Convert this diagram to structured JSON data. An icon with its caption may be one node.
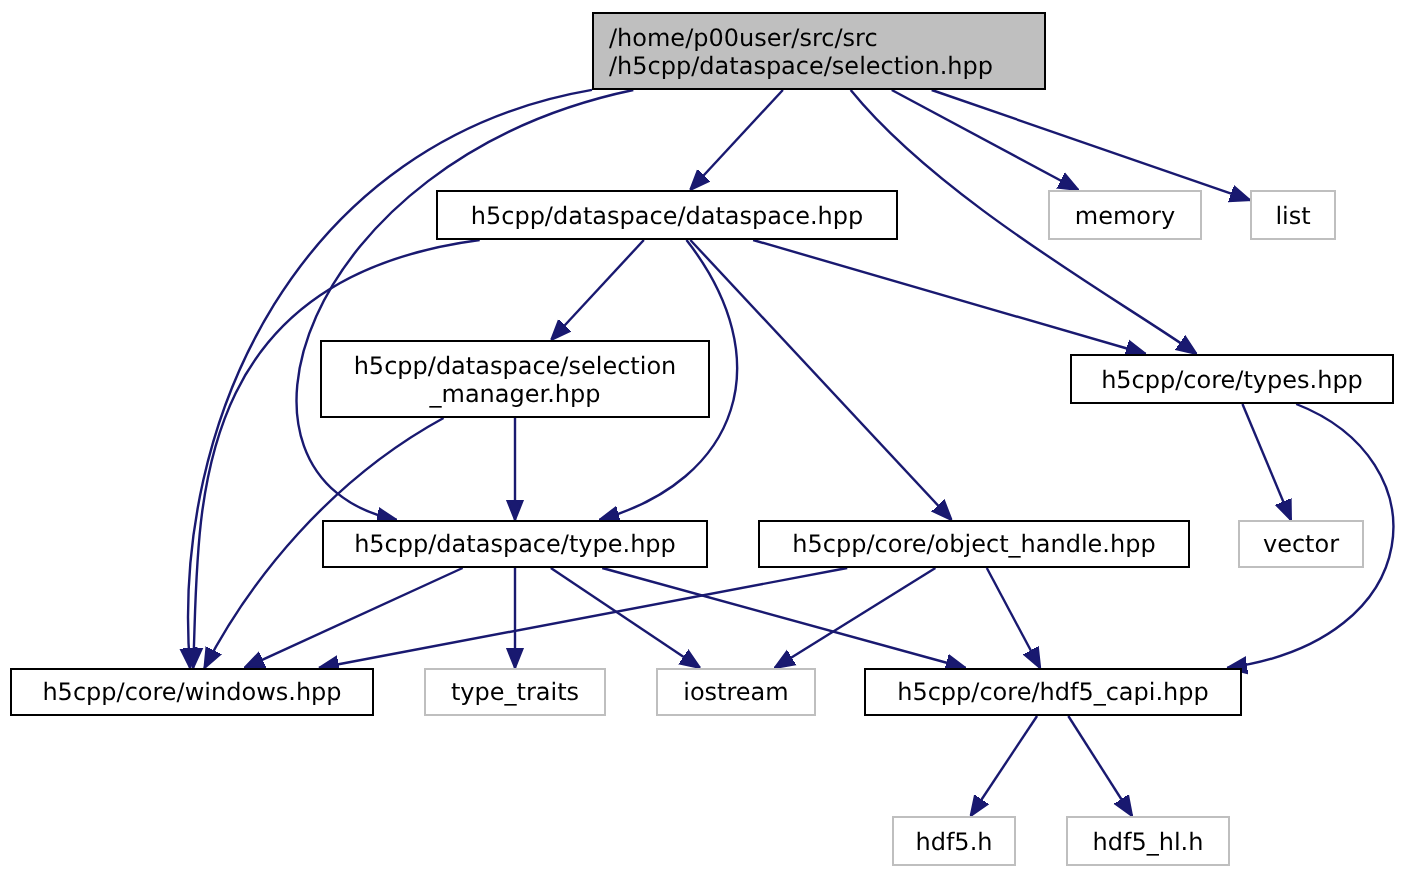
{
  "diagram": {
    "nodes": [
      {
        "text": [
          "/home/p00user/src/src /h5cpp/dataspace/selection.hpp"
        ]
      },
      {
        "text": [
          "h5cpp/dataspace/dataspace.hpp"
        ]
      },
      {
        "text": [
          "memory"
        ]
      },
      {
        "text": [
          "list"
        ]
      },
      {
        "text": [
          "h5cpp/dataspace/selection _manager.hpp"
        ]
      },
      {
        "text": [
          "h5cpp/core/types.hpp"
        ]
      },
      {
        "text": [
          "h5cpp/dataspace/type.hpp"
        ]
      },
      {
        "text": [
          "h5cpp/core/object_handle.hpp"
        ]
      },
      {
        "text": [
          "vector"
        ]
      },
      {
        "text": [
          "h5cpp/core/windows.hpp"
        ]
      },
      {
        "text": [
          "type_traits"
        ]
      },
      {
        "text": [
          "iostream"
        ]
      },
      {
        "text": [
          "h5cpp/core/hdf5_capi.hpp"
        ]
      },
      {
        "text": [
          "hdf5.h"
        ]
      },
      {
        "text": [
          "hdf5_hl.h"
        ]
      }
    ],
    "edges": [
      {
        "from": 0,
        "to": 1,
        "arrow": "to"
      },
      {
        "from": 0,
        "to": 2,
        "arrow": "to"
      },
      {
        "from": 0,
        "to": 3,
        "arrow": "to"
      },
      {
        "from": 0,
        "to": 5,
        "arrow": "to"
      },
      {
        "from": 0,
        "to": 6,
        "arrow": "to"
      },
      {
        "from": 0,
        "to": 9,
        "arrow": "to"
      },
      {
        "from": 1,
        "to": 4,
        "arrow": "to"
      },
      {
        "from": 1,
        "to": 5,
        "arrow": "to"
      },
      {
        "from": 1,
        "to": 6,
        "arrow": "to"
      },
      {
        "from": 1,
        "to": 7,
        "arrow": "to"
      },
      {
        "from": 1,
        "to": 9,
        "arrow": "to"
      },
      {
        "from": 4,
        "to": 6,
        "arrow": "to"
      },
      {
        "from": 4,
        "to": 9,
        "arrow": "to"
      },
      {
        "from": 5,
        "to": 8,
        "arrow": "to"
      },
      {
        "from": 5,
        "to": 12,
        "arrow": "to"
      },
      {
        "from": 6,
        "to": 9,
        "arrow": "to"
      },
      {
        "from": 6,
        "to": 10,
        "arrow": "to"
      },
      {
        "from": 6,
        "to": 11,
        "arrow": "to"
      },
      {
        "from": 6,
        "to": 12,
        "arrow": "to"
      },
      {
        "from": 7,
        "to": 9,
        "arrow": "to"
      },
      {
        "from": 7,
        "to": 11,
        "arrow": "to"
      },
      {
        "from": 7,
        "to": 12,
        "arrow": "to"
      },
      {
        "from": 12,
        "to": 13,
        "arrow": "to"
      },
      {
        "from": 12,
        "to": 14,
        "arrow": "to"
      }
    ]
  }
}
